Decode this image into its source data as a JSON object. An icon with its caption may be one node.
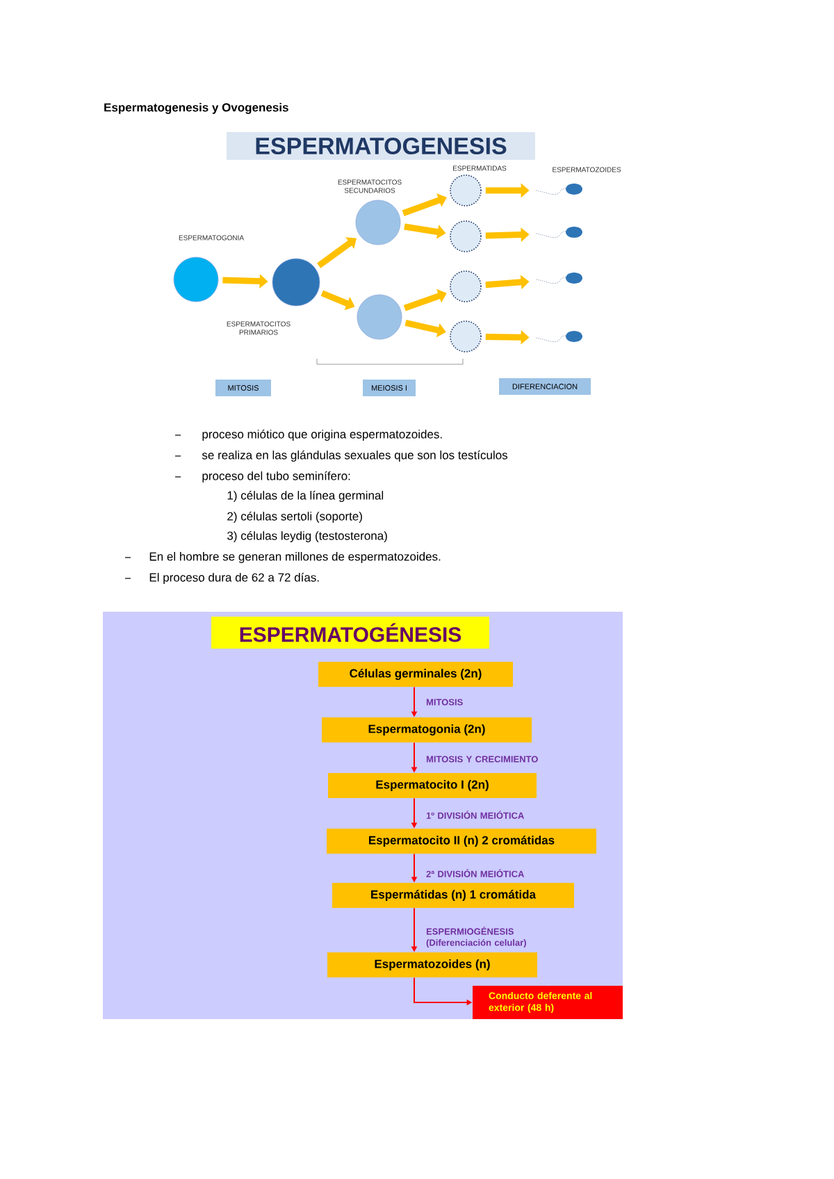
{
  "diagram": {
    "title": "Espermatogenesis y Ovogenesis",
    "nodes": [
      {
        "text": [
          "ESPERMATOGENESIS"
        ]
      },
      {
        "text": [
          "ESPERMATOGONIA"
        ]
      },
      {
        "text": [
          "ESPERMATOCITOS PRIMARIOS"
        ]
      },
      {
        "text": [
          "ESPERMATOCITOS SECUNDARIOS"
        ]
      },
      {
        "text": [],
        "shape": "circle"
      },
      {
        "text": [],
        "shape": "circle"
      },
      {
        "text": [],
        "shape": "circle"
      },
      {
        "text": [],
        "shape": "circle"
      },
      {
        "text": [],
        "shape": "circle"
      },
      {
        "text": [],
        "shape": "sperm"
      },
      {
        "text": [],
        "shape": "sperm"
      },
      {
        "text": [],
        "shape": "sperm"
      },
      {
        "text": [],
        "shape": "sperm"
      },
      {
        "text": [
          "MITOSIS"
        ]
      },
      {
        "text": [
          "MEIOSIS I"
        ]
      },
      {
        "text": [
          "DIFERENCIACION"
        ]
      },
      {
        "text": [
          "ESPERMATOGÉNESIS"
        ]
      },
      {
        "text": [
          "Células germinales (2n)"
        ]
      },
      {
        "text": [
          "Espermatogonia (2n)"
        ]
      },
      {
        "text": [
          "Espermatocito I (2n)"
        ]
      },
      {
        "text": [
          "Espermatocito II (n) 2 cromátidas"
        ]
      },
      {
        "text": [
          "Espermátidas (n) 1 cromátida"
        ]
      },
      {
        "text": [
          "Espermatozoides (n)"
        ]
      },
      {
        "text": [
          "Conducto deferente al exterior (48 h)"
        ]
      }
    ],
    "edges": [
      {
        "from": 1,
        "to": 2,
        "arrow": "to",
        "color": "#ffc000"
      },
      {
        "from": 2,
        "to": 3,
        "arrow": "to",
        "color": "#ffc000"
      },
      {
        "from": 2,
        "to": 4,
        "arrow": "to",
        "color": "#ffc000"
      },
      {
        "from": 3,
        "to": 5,
        "arrow": "to",
        "color": "#ffc000"
      },
      {
        "from": 3,
        "to": 6,
        "arrow": "to",
        "color": "#ffc000"
      },
      {
        "from": 4,
        "to": 7,
        "arrow": "to",
        "color": "#ffc000"
      },
      {
        "from": 4,
        "to": 8,
        "arrow": "to",
        "color": "#ffc000"
      },
      {
        "from": 5,
        "to": 9,
        "arrow": "to",
        "color": "#ffc000"
      },
      {
        "from": 6,
        "to": 10,
        "arrow": "to",
        "color": "#ffc000"
      },
      {
        "from": 7,
        "to": 11,
        "arrow": "to",
        "color": "#ffc000"
      },
      {
        "from": 8,
        "to": 12,
        "arrow": "to",
        "color": "#ffc000"
      },
      {
        "from": 17,
        "to": 18,
        "arrow": "to",
        "label": "MITOSIS",
        "color": "#ff0000"
      },
      {
        "from": 18,
        "to": 19,
        "arrow": "to",
        "label": "MITOSIS Y CRECIMIENTO",
        "color": "#ff0000"
      },
      {
        "from": 19,
        "to": 20,
        "arrow": "to",
        "label": "1º DIVISIÓN MEIÓTICA",
        "color": "#ff0000"
      },
      {
        "from": 20,
        "to": 21,
        "arrow": "to",
        "label": "2ª DIVISIÓN MEIÓTICA",
        "color": "#ff0000"
      },
      {
        "from": 21,
        "to": 22,
        "arrow": "to",
        "label": "ESPERMIOGÉNESIS (Diferenciación celular)",
        "color": "#ff0000"
      },
      {
        "from": 22,
        "to": 23,
        "arrow": "to",
        "color": "#ff0000"
      }
    ],
    "labels": [
      "ESPERMATIDAS",
      "ESPERMATOZOIDES",
      "proceso miótico que origina espermatozoides.",
      "se realiza en las glándulas sexuales que son los testículos",
      "proceso del tubo seminífero:",
      "1) células de la línea germinal",
      "2) células sertoli (soporte)",
      "3) células leydig (testosterona)",
      "En el hombre se generan millones de espermatozoides.",
      "El proceso dura de 62 a 72 días."
    ]
  }
}
